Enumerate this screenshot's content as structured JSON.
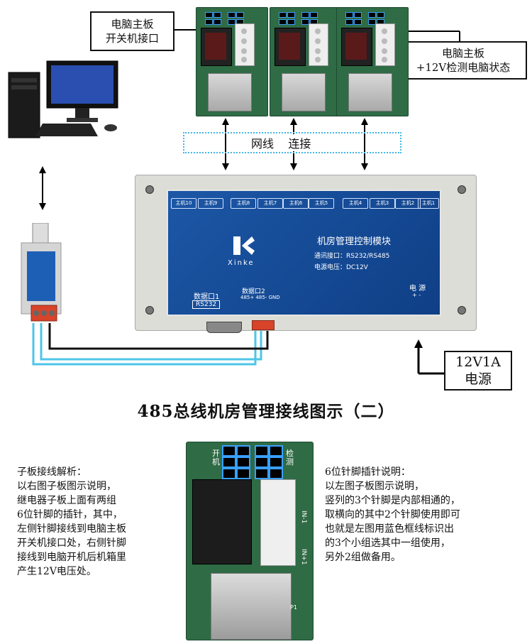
{
  "callouts": {
    "mainboard_port": [
      "电脑主板",
      "开关机接口"
    ],
    "mainboard_12v": [
      "电脑主板",
      "+12V检测电脑状态"
    ],
    "power": [
      "12V1A",
      "电源"
    ]
  },
  "network_label": "网线    连接",
  "board_labels": {
    "pin_left": "开\n机",
    "pin_right": "检\n测"
  },
  "module": {
    "ports": [
      "主机10",
      "主机9",
      "主机8",
      "主机7",
      "主机6",
      "主机5",
      "主机4",
      "主机3",
      "主机2",
      "主机1"
    ],
    "brand": "Xinke",
    "title": "机房管理控制模块",
    "comm": "通讯接口：RS232/RS485",
    "voltage": "电源电压：DC12V",
    "data1": "数据口1",
    "data1_sub": "RS232",
    "data2": "数据口2",
    "data2_sub": "485+ 485- GND",
    "power_label": "电 源",
    "power_sub": "+  -"
  },
  "title": "485总线机房管理接线图示（二）",
  "left_note": {
    "lines": [
      "子板接线解析：",
      "以右图子板图示说明，",
      "继电器子板上面有两组",
      "6位针脚的插针，其中，",
      "左侧针脚接线到电脑主板",
      "开关机接口处，右侧针脚",
      "接线到电脑开机后机箱里",
      "产生12V电压处。"
    ]
  },
  "right_note": {
    "lines": [
      "6位针脚插针说明：",
      "以左图子板图示说明，",
      "竖列的3个针脚是内部相通的，",
      "取横向的其中2个针脚使用即可",
      "也就是左图用蓝色框线标识出",
      "的3个小组选其中一组使用，",
      "另外2组做备用。"
    ]
  },
  "big_board": {
    "pin_left": "开\n机",
    "pin_right": "检\n测",
    "in1": "IN-1",
    "in2": "IN+1",
    "p1": "P1"
  },
  "colors": {
    "module_blue": "#1c57a6",
    "board_green": "#2f6b45",
    "cable_cyan": "#4cc6e8",
    "dotted_frame": "#42b6e6"
  }
}
